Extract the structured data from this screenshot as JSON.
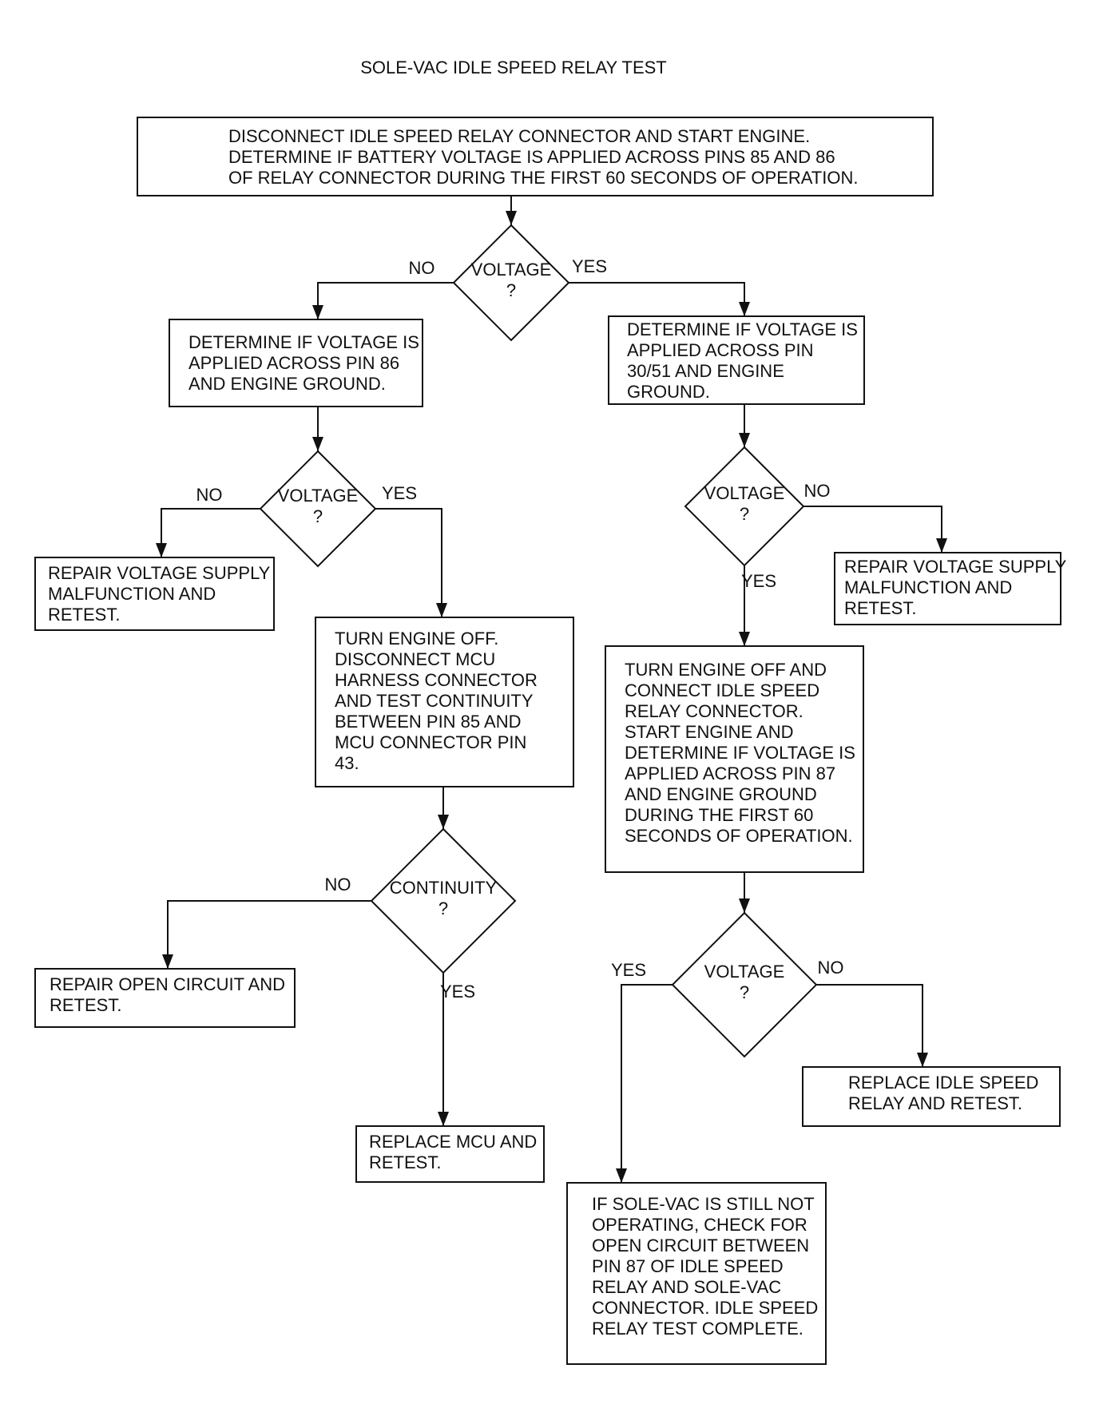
{
  "title": "SOLE-VAC IDLE SPEED RELAY TEST",
  "colors": {
    "ink": "#111111",
    "background": "#ffffff"
  },
  "nodes": {
    "start": {
      "type": "process",
      "lines": [
        "DISCONNECT IDLE SPEED RELAY CONNECTOR AND START ENGINE.",
        "DETERMINE IF BATTERY VOLTAGE IS APPLIED ACROSS PINS 85 AND 86",
        "OF RELAY CONNECTOR DURING THE FIRST 60 SECONDS OF OPERATION."
      ]
    },
    "d1": {
      "type": "decision",
      "lines": [
        "VOLTAGE",
        "?"
      ]
    },
    "left1": {
      "type": "process",
      "lines": [
        "DETERMINE IF VOLTAGE IS",
        "APPLIED ACROSS PIN 86",
        "AND ENGINE GROUND."
      ]
    },
    "right1": {
      "type": "process",
      "lines": [
        "DETERMINE IF VOLTAGE IS",
        "APPLIED ACROSS PIN",
        "30/51 AND ENGINE",
        "GROUND."
      ]
    },
    "d2": {
      "type": "decision",
      "lines": [
        "VOLTAGE",
        "?"
      ]
    },
    "d3": {
      "type": "decision",
      "lines": [
        "VOLTAGE",
        "?"
      ]
    },
    "repair_left": {
      "type": "process",
      "lines": [
        "REPAIR VOLTAGE SUPPLY",
        "MALFUNCTION AND",
        "RETEST."
      ]
    },
    "repair_right": {
      "type": "process",
      "lines": [
        "REPAIR VOLTAGE SUPPLY",
        "MALFUNCTION AND",
        "RETEST."
      ]
    },
    "mcu_test": {
      "type": "process",
      "lines": [
        "TURN ENGINE OFF.",
        "DISCONNECT MCU",
        "HARNESS CONNECTOR",
        "AND TEST CONTINUITY",
        "BETWEEN PIN 85 AND",
        "MCU CONNECTOR PIN",
        "43."
      ]
    },
    "relay_test": {
      "type": "process",
      "lines": [
        "TURN ENGINE OFF AND",
        "CONNECT IDLE SPEED",
        "RELAY CONNECTOR.",
        "START ENGINE AND",
        "DETERMINE IF VOLTAGE IS",
        "APPLIED ACROSS PIN 87",
        "AND ENGINE GROUND",
        "DURING THE FIRST 60",
        "SECONDS OF OPERATION."
      ]
    },
    "d4": {
      "type": "decision",
      "lines": [
        "CONTINUITY",
        "?"
      ]
    },
    "d5": {
      "type": "decision",
      "lines": [
        "VOLTAGE",
        "?"
      ]
    },
    "repair_open": {
      "type": "process",
      "lines": [
        "REPAIR OPEN CIRCUIT AND",
        "RETEST."
      ]
    },
    "replace_mcu": {
      "type": "process",
      "lines": [
        "REPLACE MCU AND",
        "RETEST."
      ]
    },
    "replace_relay": {
      "type": "process",
      "lines": [
        "REPLACE IDLE SPEED",
        "RELAY AND RETEST."
      ]
    },
    "final": {
      "type": "process",
      "lines": [
        "IF SOLE-VAC IS STILL NOT",
        "OPERATING, CHECK FOR",
        "OPEN CIRCUIT BETWEEN",
        "PIN 87 OF IDLE SPEED",
        "RELAY AND SOLE-VAC",
        "CONNECTOR. IDLE SPEED",
        "RELAY TEST COMPLETE."
      ]
    }
  },
  "edge_labels": {
    "d1_no": "NO",
    "d1_yes": "YES",
    "d2_no": "NO",
    "d2_yes": "YES",
    "d3_no": "NO",
    "d3_yes": "YES",
    "d4_no": "NO",
    "d4_yes": "YES",
    "d5_yes": "YES",
    "d5_no": "NO"
  }
}
